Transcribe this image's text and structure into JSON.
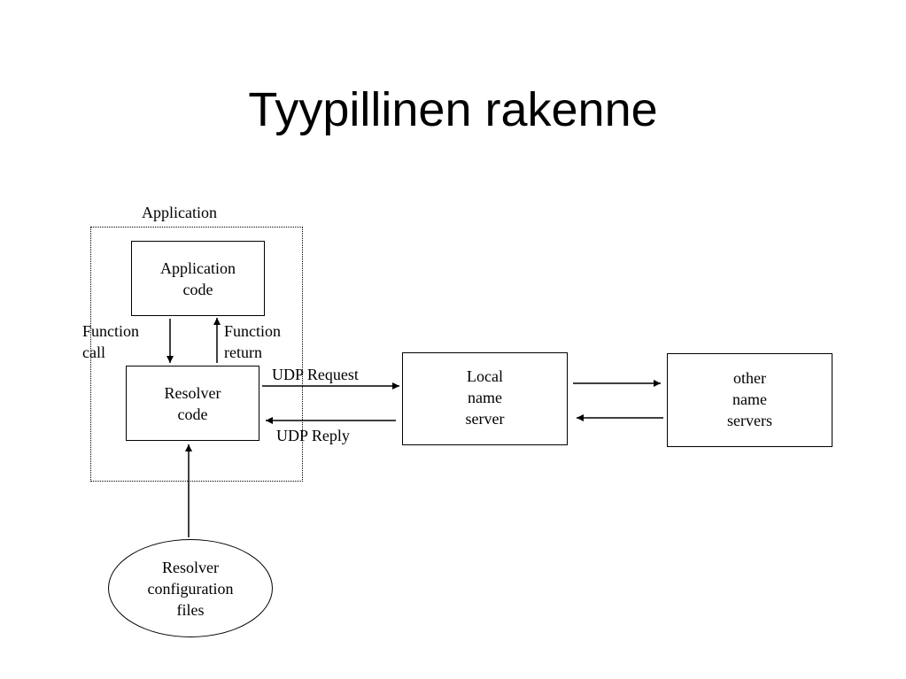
{
  "title": "Tyypillinen rakenne",
  "application_group_label": "Application",
  "boxes": {
    "application_code": "Application\ncode",
    "resolver_code": "Resolver\ncode",
    "local_name_server": "Local\nname\nserver",
    "other_name_servers": "other\nname\nservers",
    "resolver_config": "Resolver\nconfiguration\nfiles"
  },
  "labels": {
    "function_call": "Function\ncall",
    "function_return": "Function\nreturn",
    "udp_request": "UDP Request",
    "udp_reply": "UDP Reply"
  }
}
